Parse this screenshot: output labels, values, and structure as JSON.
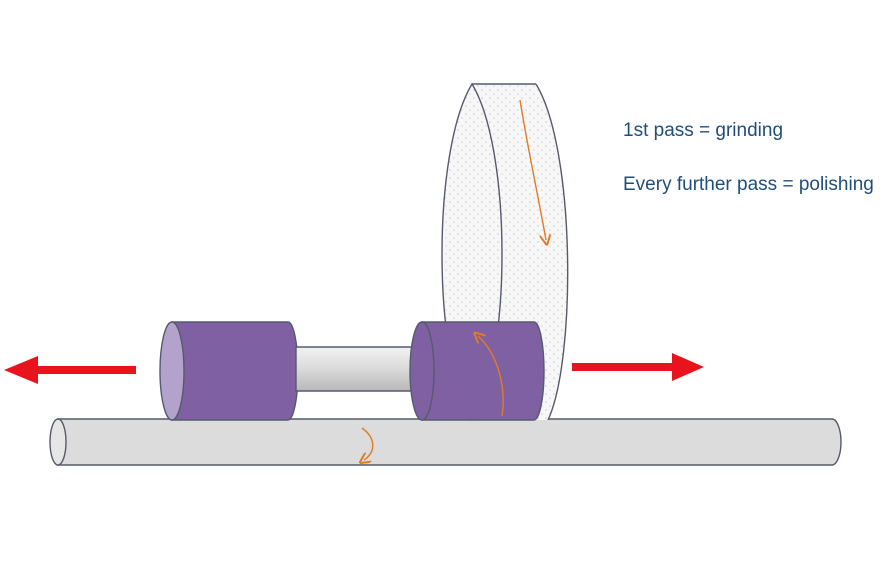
{
  "labels": {
    "first_pass": "1st pass = grinding",
    "further_pass": "Every further pass = polishing"
  },
  "colors": {
    "background": "#ffffff",
    "workpiece_purple": "#7f61a3",
    "workpiece_face": "#b3a3cc",
    "shaft_grey": "#d4d4d4",
    "rail_grey": "#d9d9d9",
    "wheel_white": "#f7f7f7",
    "motion_arrow_red": "#e8131c",
    "rotation_arrow_orange": "#e07b28",
    "text_blue": "#1f4e79"
  },
  "icons": [
    "left-motion-arrow",
    "right-motion-arrow",
    "wheel-rotation-arrow",
    "roller-rotation-arrow",
    "rail-rotation-arrow"
  ]
}
